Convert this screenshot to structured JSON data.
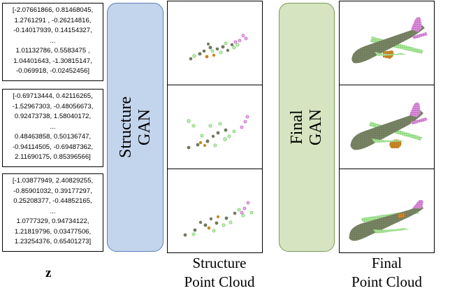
{
  "vectors": [
    [
      "[-2.07661866, 0.81468045,",
      "1.2761291 , -0.26214816,",
      "-0.14017939, 0.14154327,",
      "...",
      "1.01132786, 0.5583475 ,",
      "1.04401643, -1.30815147,",
      "-0.069918, -0.02452456]"
    ],
    [
      "[-0.69713444, 0.42116265,",
      "-1.52967303, -0.48056673,",
      "0.92473738,  1.58040172,",
      "...",
      "0.48463858,  0.50136747,",
      "-0.94114505, -0.69487362,",
      "2.11690175,  0.85396566]"
    ],
    [
      "[-1.03877949, 2.40829255,",
      "-0.85901032, 0.39177297,",
      "0.25208377, -0.44852165,",
      "...",
      "1.0777329, 0.94734122,",
      "1.21819796, 0.03477506,",
      "1.23254376, 0.65401273]"
    ]
  ],
  "z_label": "z",
  "structure_gan": {
    "line1": "Structure",
    "line2": "GAN",
    "fill": "#c3d5ed"
  },
  "final_gan": {
    "line1": "Final",
    "line2": "GAN",
    "fill": "#d6e4c1"
  },
  "structure_caption": {
    "line1": "Structure",
    "line2": "Point Cloud"
  },
  "final_caption": {
    "line1": "Final",
    "line2": "Point Cloud"
  },
  "colors": {
    "body": "#6f7a5c",
    "wing": "#9fe28f",
    "tail": "#d98ad8",
    "engine": "#c8861f"
  }
}
